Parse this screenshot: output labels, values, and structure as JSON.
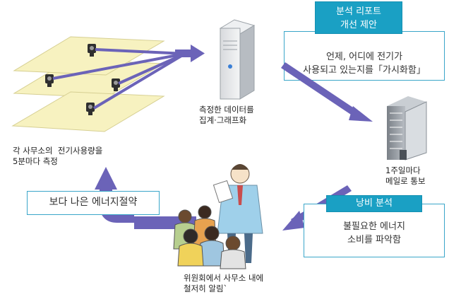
{
  "step1": {
    "line1": "각 사무소의  전기사용량을",
    "line2": "5분마다 측정"
  },
  "step2": {
    "line1": "측정한 데이터를",
    "line2": "집계·그래프화"
  },
  "step3": {
    "line1": "1주일마다",
    "line2": "메일로 통보"
  },
  "step4": {
    "line1": "위원회에서 사무소 내에",
    "line2": "철저히 알림`"
  },
  "report_box": {
    "head_line1": "분석 리포트",
    "head_line2": "개선 제안",
    "body_line1": "언제, 어디에 전기가",
    "body_line2": "사용되고 있는지를「가시화함」"
  },
  "waste_box": {
    "head": "낭비 분석",
    "body_line1": "불필요한 에너지",
    "body_line2": "소비를 파악함"
  },
  "saving_box": {
    "label": "보다 나은 에너지절약"
  },
  "colors": {
    "arrow": "#6b63b8",
    "teal": "#1aa0c4",
    "border": "#3aa6c9",
    "floor": "#f7f2c0"
  }
}
